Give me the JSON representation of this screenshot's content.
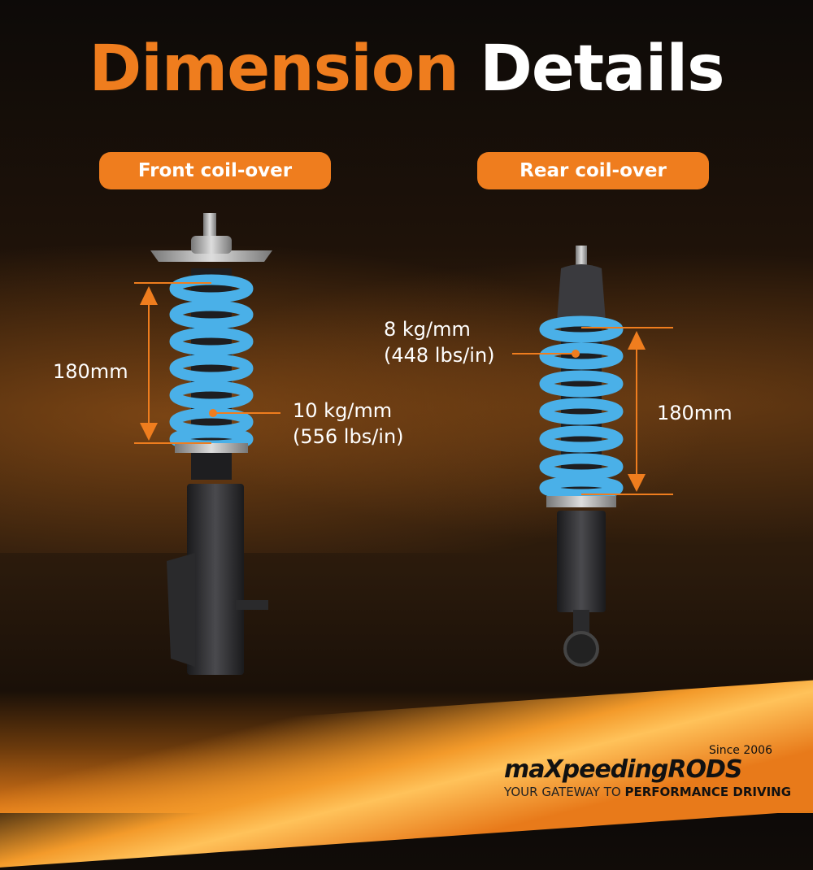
{
  "title": {
    "part1": "Dimension",
    "part2": "Details"
  },
  "front": {
    "label": "Front coil-over",
    "height": "180mm",
    "rate_metric": "10 kg/mm",
    "rate_imperial": "(556 lbs/in)"
  },
  "rear": {
    "label": "Rear coil-over",
    "height": "180mm",
    "rate_metric": "8 kg/mm",
    "rate_imperial": "(448 lbs/in)"
  },
  "logo": {
    "since": "Since 2006",
    "brand": "maXpeedingRODS",
    "tagline_light": "YOUR GATEWAY TO",
    "tagline_bold": "PERFORMANCE DRIVING"
  },
  "colors": {
    "accent": "#ef7d1e",
    "spring": "#4ab0e8"
  }
}
